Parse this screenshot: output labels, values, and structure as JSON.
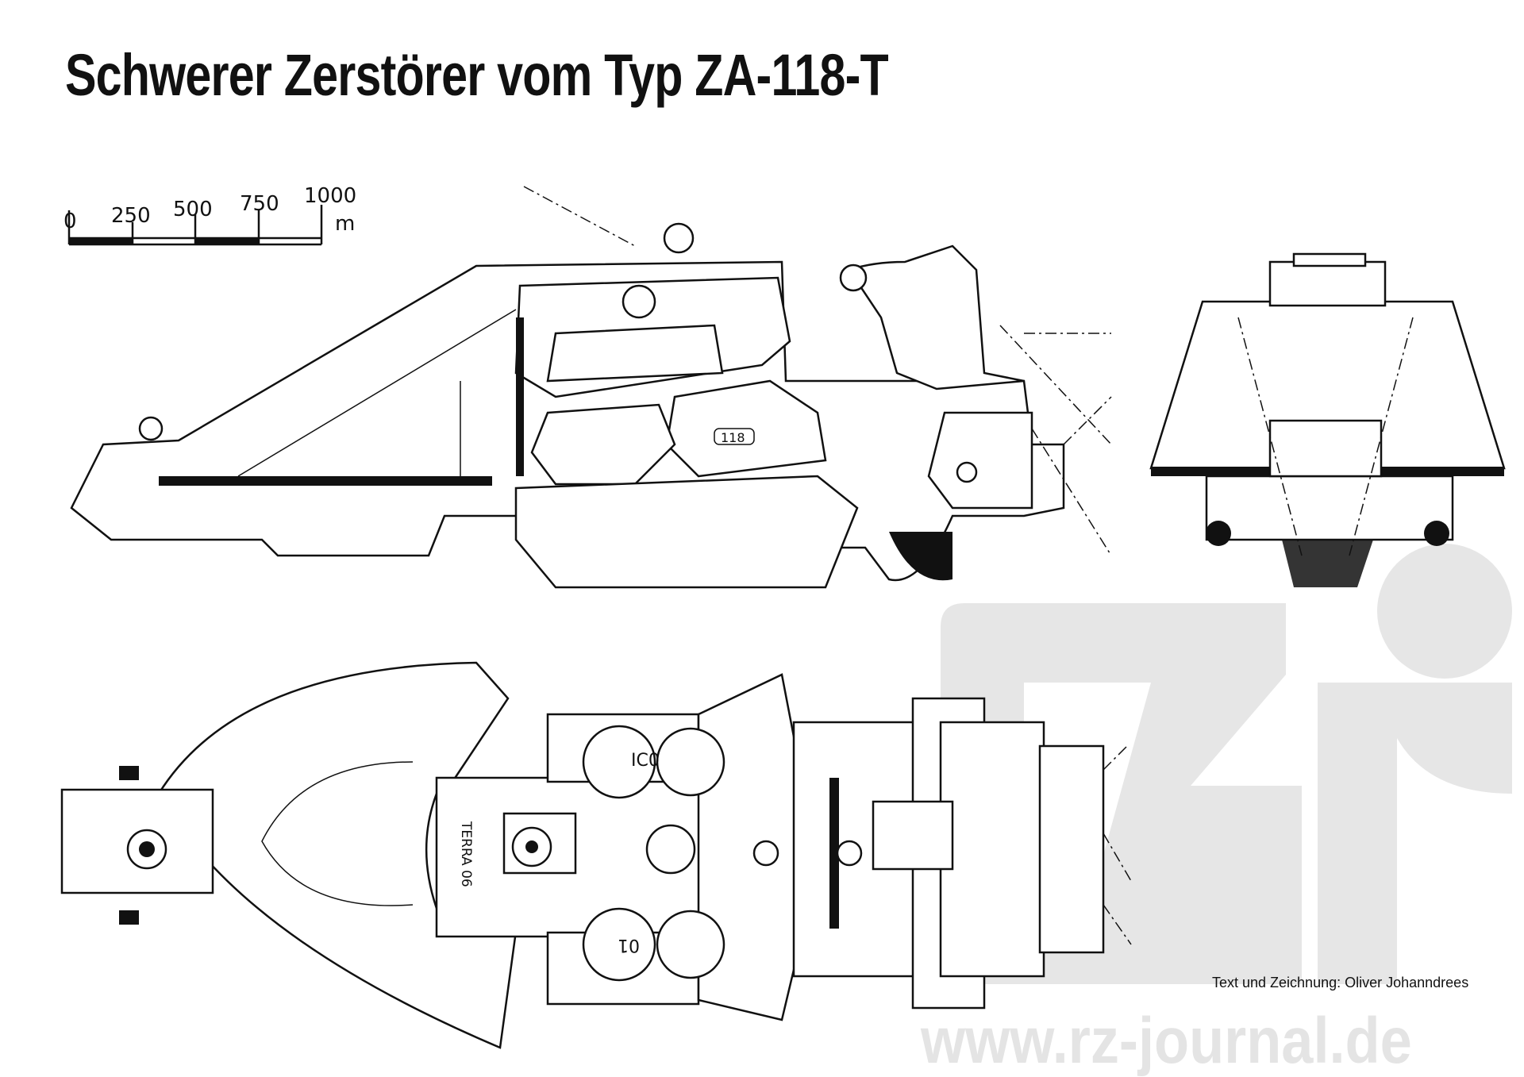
{
  "title": "Schwerer Zerstörer vom Typ ZA-118-T",
  "scale_bar": {
    "ticks": [
      "0",
      "250",
      "500",
      "750",
      "1000"
    ],
    "unit": "m"
  },
  "drawing_labels": {
    "side_hull_number": "118",
    "top_hull_name": "TERRA 06",
    "top_marking_upper": "IC0",
    "top_marking_lower": "01"
  },
  "watermark": {
    "logo": "rz",
    "url": "www.rz-journal.de"
  },
  "credit": "Text und Zeichnung: Oliver Johanndrees",
  "colors": {
    "ink": "#111111",
    "watermark": "#e4e4e4",
    "background": "#ffffff"
  }
}
